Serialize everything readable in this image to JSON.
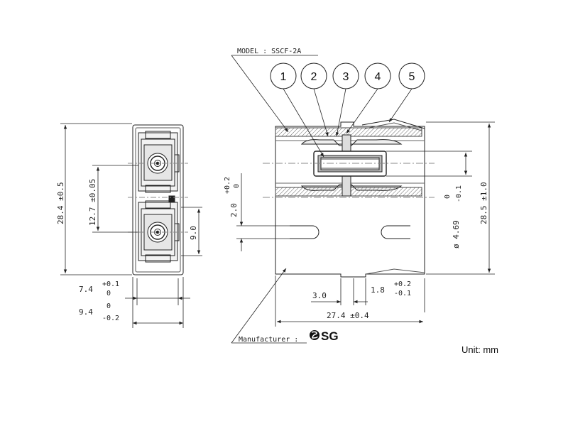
{
  "model_label": "MODEL : SSCF-2A",
  "manufacturer_label": "Manufacturer :",
  "manufacturer_logo": "SG",
  "unit_note": "Unit: mm",
  "callouts": [
    "1",
    "2",
    "3",
    "4",
    "5"
  ],
  "front_view": {
    "height_dim": "28.4 ±0.5",
    "pitch_dim": "12.7 ±0.05",
    "port_dim": "9.0",
    "width_inner_value": "7.4",
    "width_inner_tol_upper": "+0.1",
    "width_inner_tol_lower": "0",
    "width_outer_value": "9.4",
    "width_outer_tol_upper": "0",
    "width_outer_tol_lower": "-0.2"
  },
  "side_view": {
    "slot_dim_value": "2.0",
    "slot_dim_tol_upper": "+0.2",
    "slot_dim_tol_lower": "0",
    "sleeve_dia_value": "ø 4.69",
    "sleeve_dia_tol_upper": "0",
    "sleeve_dia_tol_lower": "-0.1",
    "height_dim": "28.5 ±1.0",
    "slot_width_dim": "3.0",
    "latch_dim_value": "1.8",
    "latch_dim_tol_upper": "+0.2",
    "latch_dim_tol_lower": "-0.1",
    "length_dim": "27.4 ±0.4"
  }
}
